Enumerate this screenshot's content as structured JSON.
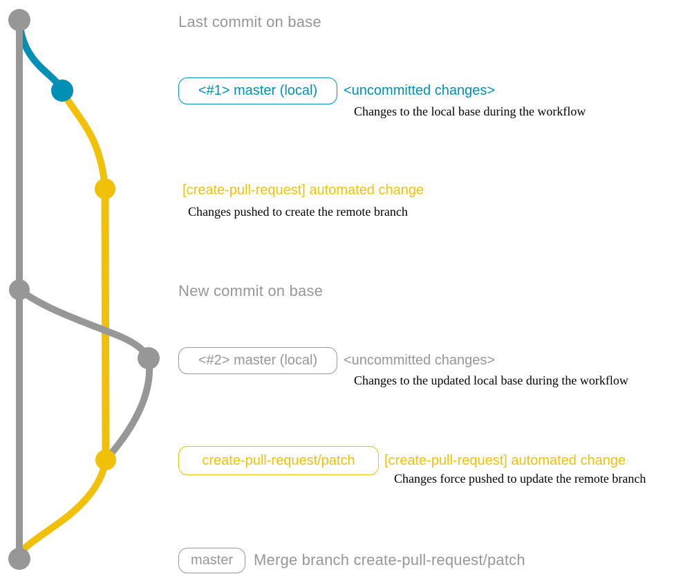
{
  "title": "create-pull-request action git workflow diagram",
  "colors": {
    "base_branch": "#979797",
    "local_changes_branch": "#008fb5",
    "pull_request_branch": "#f1c109",
    "note_text": "#000000",
    "background": "#ffffff"
  },
  "graph": {
    "branches": [
      {
        "name": "base",
        "color_key": "base_branch"
      },
      {
        "name": "local-uncommitted-changes",
        "color_key": "local_changes_branch"
      },
      {
        "name": "create-pull-request/patch",
        "color_key": "pull_request_branch"
      }
    ],
    "commits": [
      {
        "row": "r1",
        "branch": "base",
        "color_key": "base_branch"
      },
      {
        "row": "r2",
        "branch": "local-uncommitted-changes",
        "color_key": "local_changes_branch"
      },
      {
        "row": "r3",
        "branch": "create-pull-request/patch",
        "color_key": "pull_request_branch"
      },
      {
        "row": "r4",
        "branch": "base",
        "color_key": "base_branch"
      },
      {
        "row": "r5",
        "branch": "local-uncommitted-changes",
        "color_key": "base_branch"
      },
      {
        "row": "r6",
        "branch": "create-pull-request/patch",
        "color_key": "pull_request_branch"
      },
      {
        "row": "r7",
        "branch": "base",
        "color_key": "base_branch"
      }
    ]
  },
  "rows": {
    "r1": {
      "message": "Last commit on base"
    },
    "r2": {
      "badge": "<#1> master (local)",
      "message": "<uncommitted changes>",
      "note": "Changes to the local base during the workflow"
    },
    "r3": {
      "message": "[create-pull-request] automated change",
      "note": "Changes pushed to create the remote branch"
    },
    "r4": {
      "message": "New commit on base"
    },
    "r5": {
      "badge": "<#2> master (local)",
      "message": "<uncommitted changes>",
      "note": "Changes to the updated local base during the workflow"
    },
    "r6": {
      "badge": "create-pull-request/patch",
      "message": "[create-pull-request] automated change",
      "note": "Changes force pushed to update the remote branch"
    },
    "r7": {
      "badge": "master",
      "message": "Merge branch create-pull-request/patch"
    }
  }
}
